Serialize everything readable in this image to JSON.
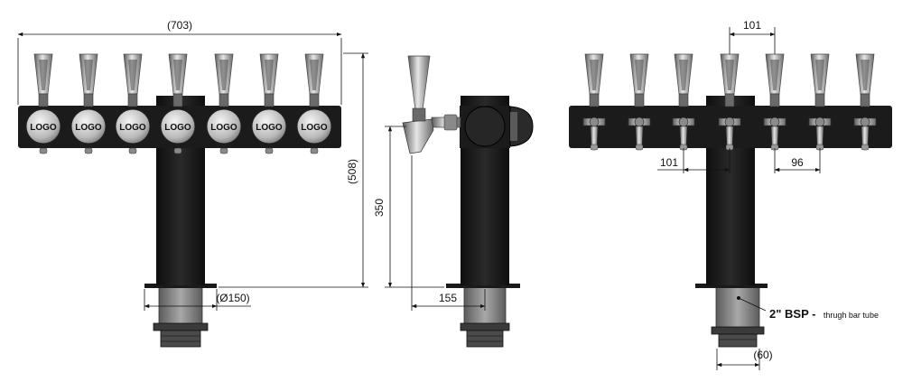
{
  "dimensions": {
    "overall_width": "(703)",
    "overall_height": "(508)",
    "height_350": "350",
    "base_diameter": "(Ø150)",
    "reach_155": "155",
    "spacing_top": "101",
    "spacing_left": "101",
    "spacing_right": "96",
    "tube_width": "(60)"
  },
  "logo_label": "LOGO",
  "tube_callout": {
    "bold": "2\" BSP -",
    "small": "thrugh bar tube"
  },
  "colors": {
    "body": "#1c1c1c",
    "chrome": "#9a9a9a",
    "tube": "#7d7d7d",
    "line": "#111111"
  }
}
